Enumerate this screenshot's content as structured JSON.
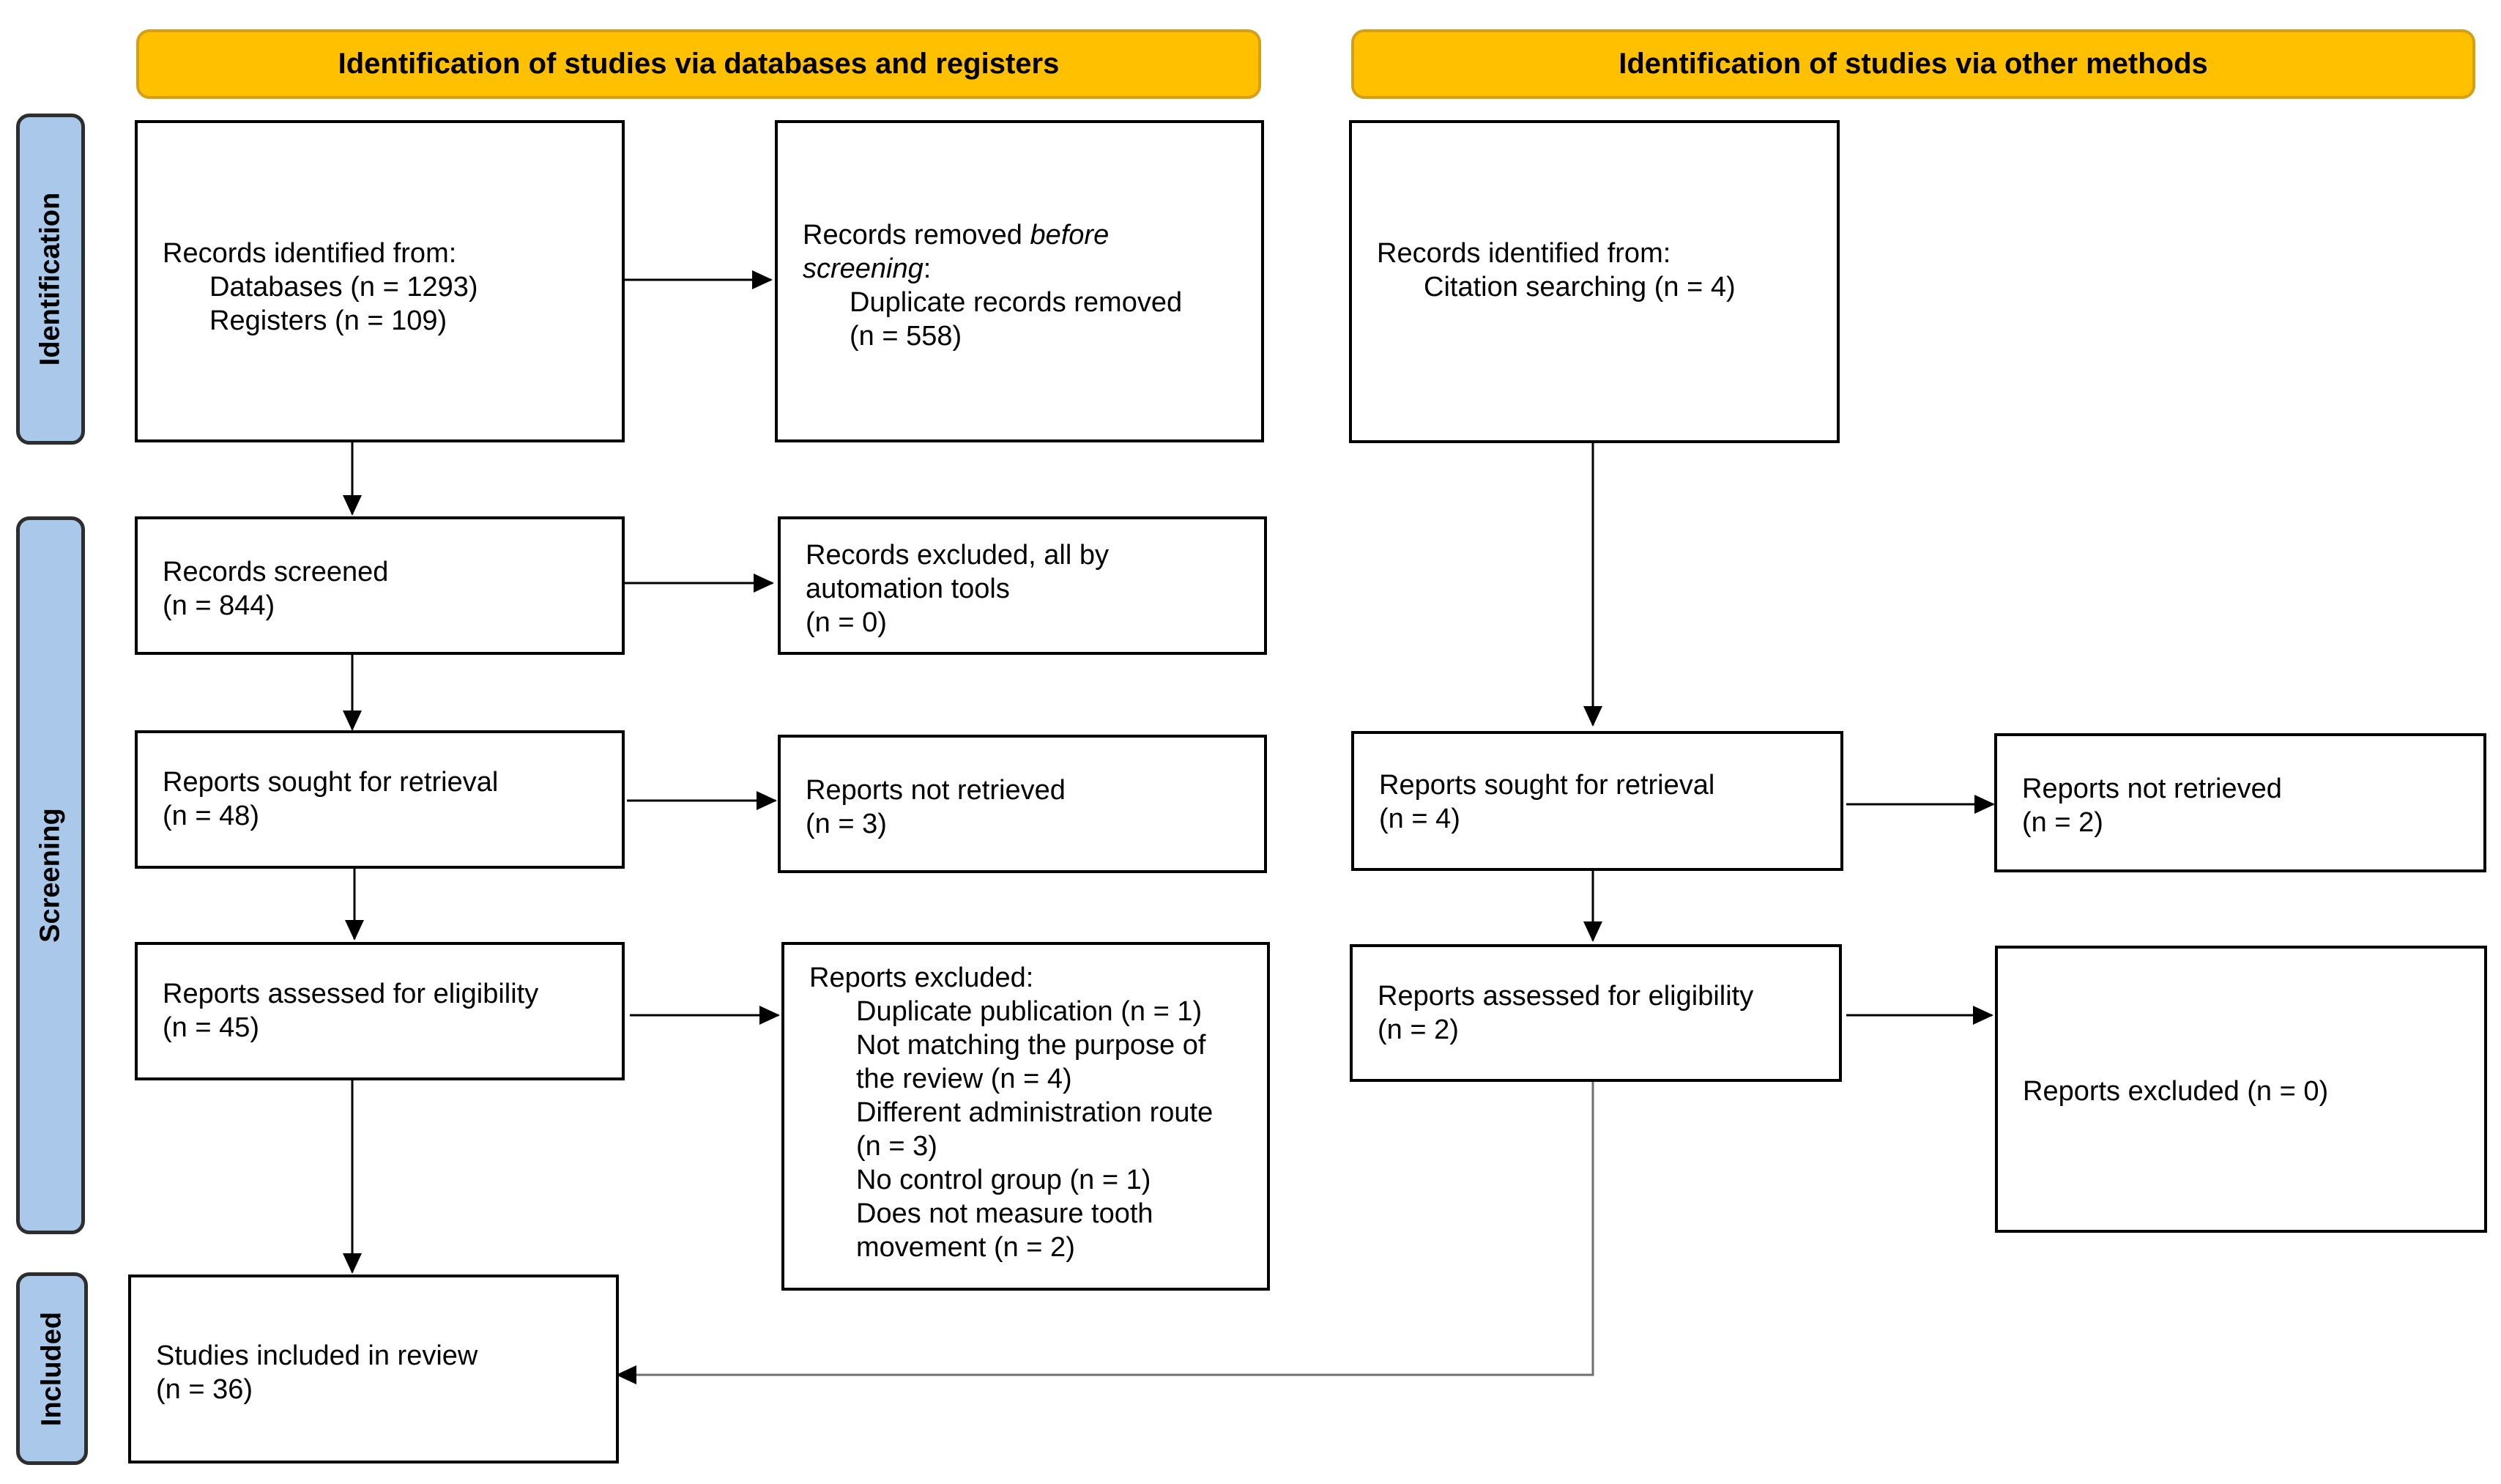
{
  "headers": {
    "databases": "Identification of studies via databases and registers",
    "other": "Identification of studies via other methods"
  },
  "stages": {
    "identification": "Identification",
    "screening": "Screening",
    "included": "Included"
  },
  "db": {
    "identified": {
      "title": "Records identified from:",
      "databases": "Databases (n = 1293)",
      "registers": "Registers (n = 109)"
    },
    "removed": {
      "prefix": "Records removed ",
      "italic1": "before",
      "italic2": "screening",
      "colon": ":",
      "duplicates": "Duplicate records removed",
      "count": "(n = 558)"
    },
    "screened": {
      "label": "Records screened",
      "count": "(n = 844)"
    },
    "excluded_auto": {
      "line1": "Records excluded, all by",
      "line2": "automation tools",
      "count": "(n = 0)"
    },
    "sought": {
      "label": "Reports sought for retrieval",
      "count": "(n = 48)"
    },
    "not_retrieved": {
      "label": "Reports not retrieved",
      "count": "(n = 3)"
    },
    "assessed": {
      "label": "Reports assessed for eligibility",
      "count": "(n = 45)"
    },
    "reports_excluded": {
      "title": "Reports excluded:",
      "lines": [
        "Duplicate publication (n = 1)",
        "Not matching the purpose of",
        "the review (n = 4)",
        "Different administration route",
        "(n = 3)",
        "No control group (n = 1)",
        "Does not measure tooth",
        "movement (n = 2)"
      ]
    },
    "included": {
      "label": "Studies included in review",
      "count": "(n = 36)"
    }
  },
  "other": {
    "identified": {
      "title": "Records identified from:",
      "citation": "Citation searching (n = 4)"
    },
    "sought": {
      "label": "Reports sought for retrieval",
      "count": "(n = 4)"
    },
    "not_retrieved": {
      "label": "Reports not retrieved",
      "count": "(n = 2)"
    },
    "assessed": {
      "label": "Reports assessed for eligibility",
      "count": "(n = 2)"
    },
    "excluded": {
      "label": "Reports excluded (n = 0)"
    }
  },
  "colors": {
    "header_fill": "#FFC000",
    "stage_fill": "#A9C8EA",
    "line": "#000000",
    "connector_gray": "#6F6F6F"
  }
}
